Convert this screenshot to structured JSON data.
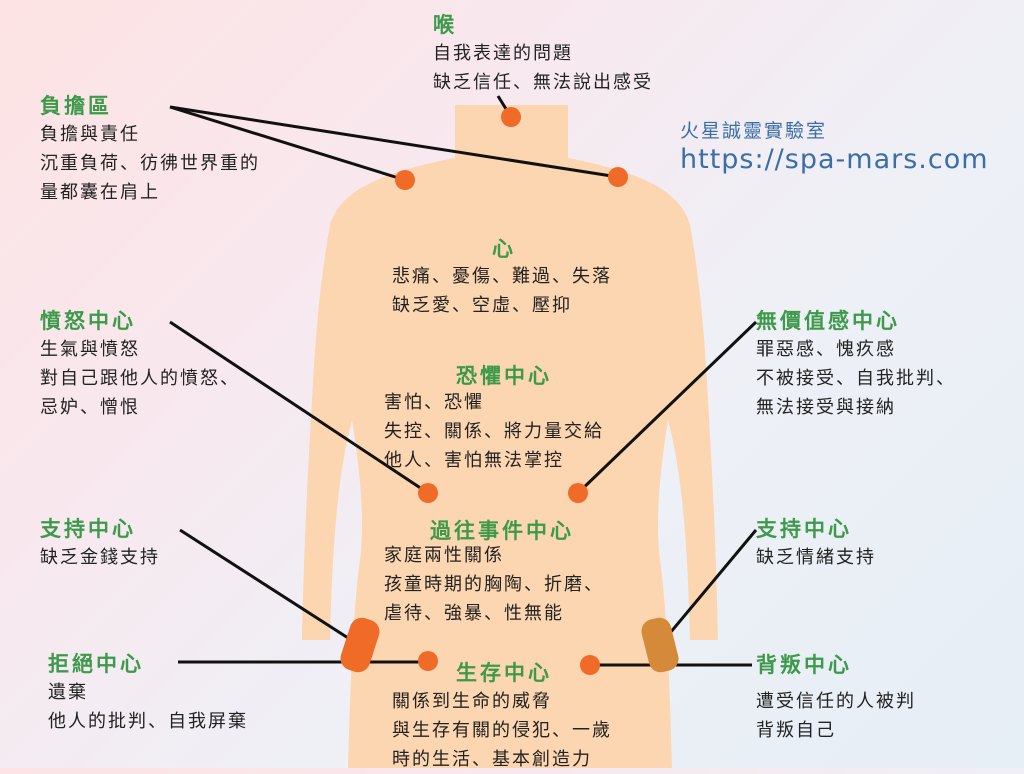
{
  "brand": {
    "name": "火星誠靈實驗室",
    "url": "https://spa-mars.com"
  },
  "colors": {
    "heading": "#3c9a4a",
    "dot": "#f06a28",
    "body": "#fcd6b0",
    "connector": "#111111"
  },
  "centers": [
    {
      "title": "喉",
      "lines": [
        "自我表達的問題",
        "缺乏信任、無法說出感受"
      ]
    },
    {
      "title": "負擔區",
      "lines": [
        "負擔與責任",
        "沉重負荷、彷彿世界重的",
        "量都囊在肩上"
      ]
    },
    {
      "title": "心",
      "lines": [
        "悲痛、憂傷、難過、失落",
        "缺乏愛、空虛、壓抑"
      ]
    },
    {
      "title": "憤怒中心",
      "lines": [
        "生氣與憤怒",
        "對自己跟他人的憤怒、",
        "忌妒、憎恨"
      ]
    },
    {
      "title": "恐懼中心",
      "lines": [
        "害怕、恐懼",
        "失控、關係、將力量交給",
        "他人、害怕無法掌控"
      ]
    },
    {
      "title": "無價值感中心",
      "lines": [
        "罪惡感、愧疚感",
        "不被接受、自我批判、",
        "無法接受與接納"
      ]
    },
    {
      "title": "支持中心",
      "lines": [
        "缺乏金錢支持"
      ]
    },
    {
      "title": "過往事件中心",
      "lines": [
        "家庭兩性關係",
        "孩童時期的胸陶、折磨、",
        "虐待、強暴、性無能"
      ]
    },
    {
      "title": "支持中心",
      "lines": [
        "缺乏情緒支持"
      ]
    },
    {
      "title": "拒絕中心",
      "lines": [
        "遺棄",
        "他人的批判、自我屏棄"
      ]
    },
    {
      "title": "生存中心",
      "lines": [
        "關係到生命的威脅",
        "與生存有關的侵犯、一歲",
        "時的生活、基本創造力"
      ]
    },
    {
      "title": "背叛中心",
      "lines": [
        "遭受信任的人被判",
        "背叛自己"
      ]
    }
  ]
}
